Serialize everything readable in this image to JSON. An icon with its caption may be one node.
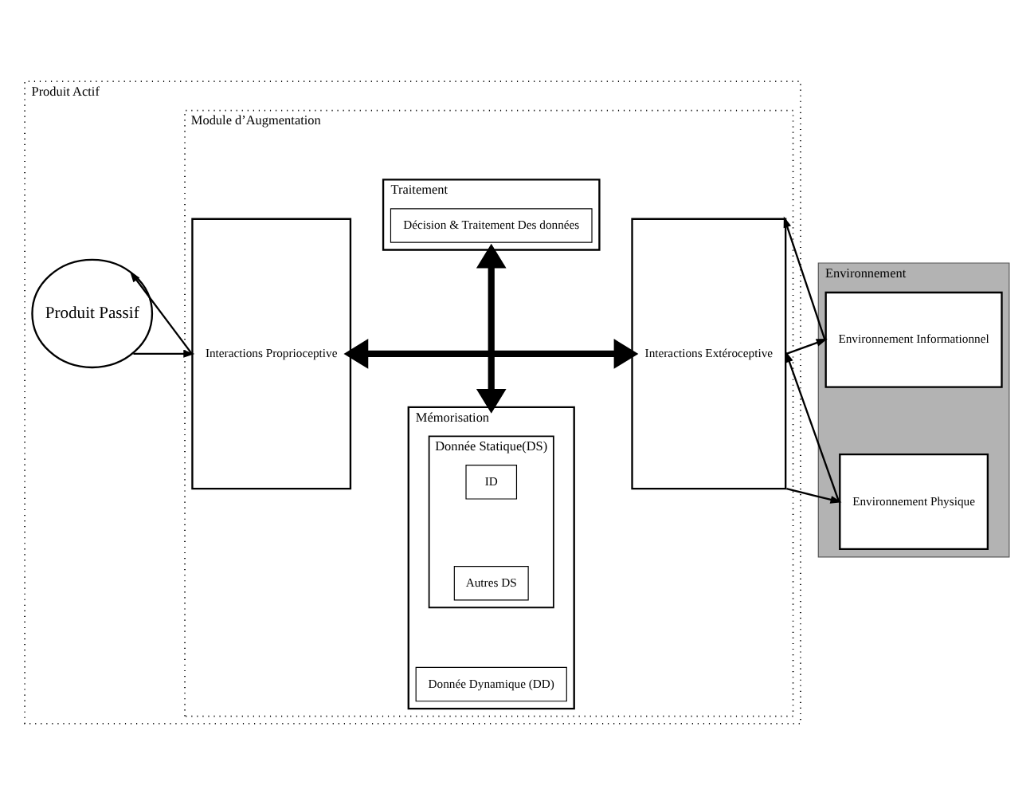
{
  "diagram": {
    "nodes": [
      {
        "text": [
          "Produit Actif"
        ]
      },
      {
        "text": [
          "Module d’Augmentation"
        ],
        "in": 0
      },
      {
        "text": [
          "Interactions Proprioceptive"
        ],
        "in": 1
      },
      {
        "text": [
          "Traitement"
        ],
        "in": 1
      },
      {
        "text": [
          "Décision & Traitement Des données"
        ],
        "in": 3
      },
      {
        "text": [
          "Mémorisation"
        ],
        "in": 1
      },
      {
        "text": [
          "Donnée Statique(DS)"
        ],
        "in": 5
      },
      {
        "text": [
          "ID"
        ],
        "in": 6
      },
      {
        "text": [
          "Autres DS"
        ],
        "in": 6
      },
      {
        "text": [
          "Donnée Dynamique (DD)"
        ],
        "in": 5
      },
      {
        "text": [
          "Interactions Extéroceptive"
        ],
        "in": 1
      },
      {
        "text": [
          "Produit Passif"
        ],
        "in": 0
      },
      {
        "text": [
          "Environnement"
        ]
      },
      {
        "text": [
          "Environnement Informationnel"
        ],
        "in": 12
      },
      {
        "text": [
          "Environnement Physique"
        ],
        "in": 12
      }
    ],
    "edges": [
      {
        "from": 2,
        "to": 11,
        "arrow": "to"
      },
      {
        "from": 11,
        "to": 2,
        "arrow": "to"
      },
      {
        "from": 2,
        "to": 10,
        "arrow": "both",
        "style": "thick"
      },
      {
        "from": 3,
        "to": 5,
        "arrow": "both",
        "style": "thick"
      },
      {
        "from": 13,
        "to": 10,
        "arrow": "to"
      },
      {
        "from": 10,
        "to": 13,
        "arrow": "to"
      },
      {
        "from": 14,
        "to": 10,
        "arrow": "to"
      },
      {
        "from": 10,
        "to": 14,
        "arrow": "to"
      }
    ]
  }
}
